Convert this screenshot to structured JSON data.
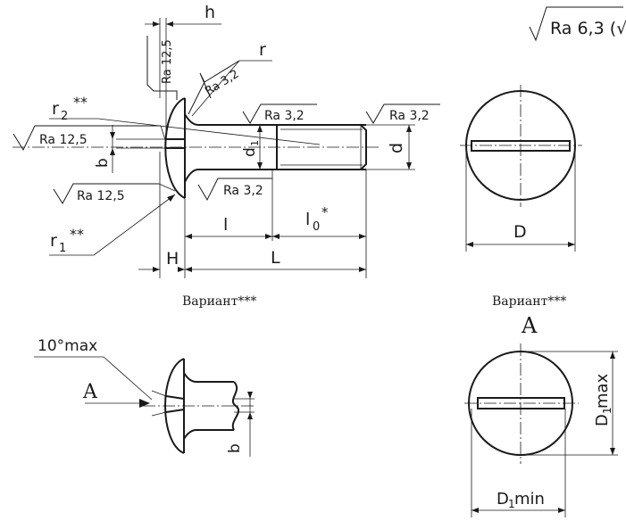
{
  "roughness": {
    "general": "Ra 6,3 (√",
    "head_top": "Ra 12,5",
    "head_fillet": "Ra 3,2",
    "slot_side": "Ra 12,5",
    "head_bottom": "Ra 12,5",
    "shank_bottom": "Ra 3,2",
    "shank_top": "Ra 3,2",
    "thread": "Ra 3,2"
  },
  "dimensions": {
    "h": "h",
    "r": "r",
    "r2": "r",
    "r2_sub": "2",
    "r2_mark": "**",
    "r1": "r",
    "r1_sub": "1",
    "r1_mark": "**",
    "b": "b",
    "d1": "d",
    "d1_sub": "1",
    "d": "d",
    "l": "l",
    "l0": "l",
    "l0_sub": "0",
    "l0_mark": "*",
    "H": "H",
    "L": "L",
    "D": "D"
  },
  "variant_left": {
    "title": "Вариант***",
    "angle": "10°max",
    "view_letter": "A",
    "b": "b"
  },
  "variant_right": {
    "title": "Вариант***",
    "view_letter": "A",
    "D1max_main": "D",
    "D1max_sub": "1",
    "D1max_suffix": "max",
    "D1min_main": "D",
    "D1min_sub": "1",
    "D1min_suffix": "min"
  }
}
